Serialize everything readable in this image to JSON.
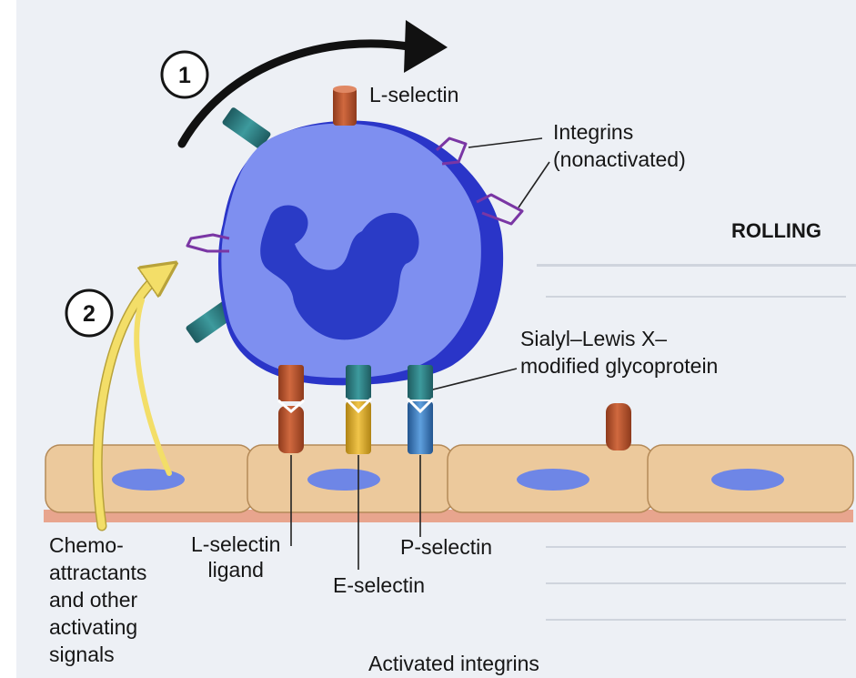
{
  "labels": {
    "step_1": "1",
    "step_2": "2",
    "l_selectin_top": "L-selectin",
    "integrins_nonactivated": "Integrins\n(nonactivated)",
    "rolling": "ROLLING",
    "sialyl_lewis": "Sialyl–Lewis X–\nmodified glycoprotein",
    "chemoattractants": "Chemo-\nattractants\nand other\nactivating\nsignals",
    "l_selectin_ligand": "L-selectin\nligand",
    "p_selectin": "P-selectin",
    "e_selectin": "E-selectin",
    "activated_integrins": "Activated integrins"
  },
  "colors": {
    "cell_body": "#7e8ff0",
    "cell_shadow": "#2a35c8",
    "nucleus": "#2a3bc6",
    "endothelium": "#ecc99c",
    "endothelial_nucleus": "#6e86e6",
    "basement": "#e8a58e",
    "l_selectin": "#c25a36",
    "e_selectin": "#e4b12e",
    "p_selectin": "#3f86c9",
    "teal_receptor": "#2a7479",
    "integrin": "#7a36a4",
    "arrow_black": "#111111",
    "arrow_yellow": "#f3de68"
  }
}
